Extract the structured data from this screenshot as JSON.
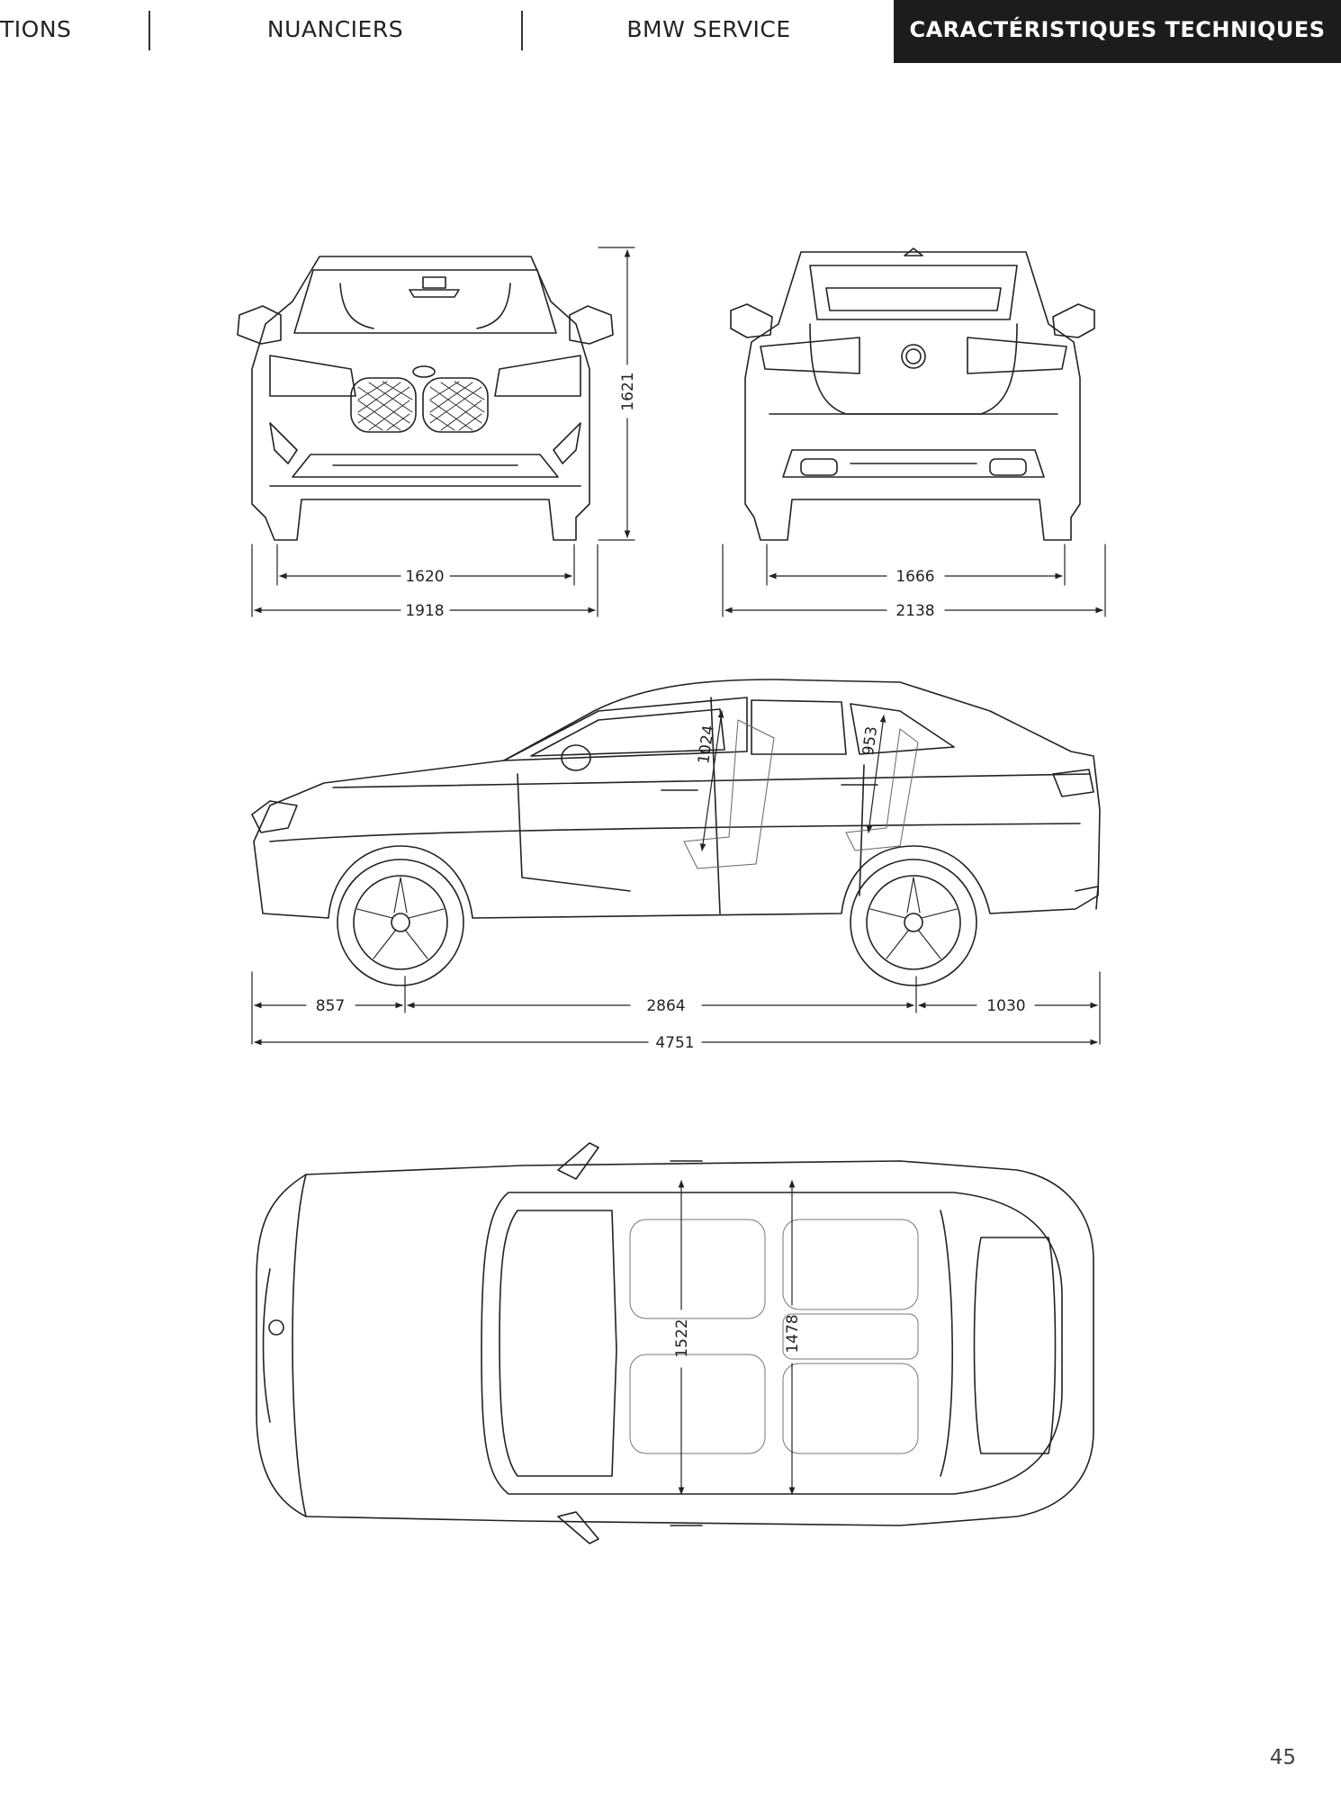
{
  "nav": {
    "tabs": [
      {
        "label": "TIONS",
        "active": false
      },
      {
        "label": "NUANCIERS",
        "active": false
      },
      {
        "label": "BMW SERVICE",
        "active": false
      },
      {
        "label": "CARACTÉRISTIQUES TECHNIQUES",
        "active": true
      }
    ]
  },
  "dimensions": {
    "front_height": "1621",
    "front_track": "1620",
    "front_width": "1918",
    "rear_track": "1666",
    "rear_width": "2138",
    "headroom_front": "1024",
    "headroom_rear": "953",
    "front_overhang": "857",
    "wheelbase": "2864",
    "rear_overhang": "1030",
    "total_length": "4751",
    "shoulder_front": "1522",
    "shoulder_rear": "1478"
  },
  "footer": {
    "page_number": "45"
  },
  "colors": {
    "active_tab_bg": "#1c1c1c",
    "line": "#222222"
  }
}
